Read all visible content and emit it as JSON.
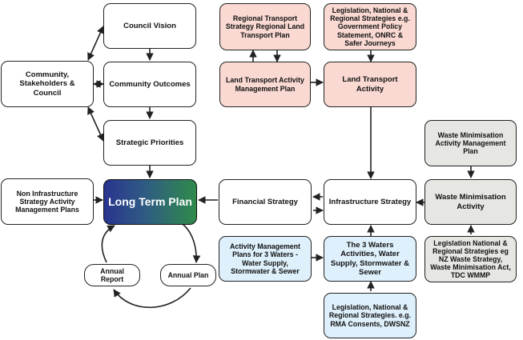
{
  "boxes": {
    "council_vision": "Council Vision",
    "community_outcomes": "Community Outcomes",
    "community_stakeholders": "Community, Stakeholders & Council",
    "strategic_priorities": "Strategic Priorities",
    "long_term_plan": "Long Term Plan",
    "non_infrastructure": "Non Infrastructure Strategy Activity Management Plans",
    "annual_report": "Annual Report",
    "annual_plan": "Annual Plan",
    "regional_transport": "Regional Transport Strategy Regional Land Transport Plan",
    "legislation_transport": "Legislation, National & Regional Strategies e.g. Government Policy Statement, ONRC & Safer Journeys",
    "land_transport_amp": "Land Transport Activity Management Plan",
    "land_transport_activity": "Land Transport Activity",
    "financial_strategy": "Financial Strategy",
    "infrastructure_strategy": "Infrastructure Strategy",
    "waste_amp": "Waste Minimisation Activity Management Plan",
    "waste_activity": "Waste Minimisation Activity",
    "legislation_waste": "Legislation National & Regional Strategies eg NZ Waste Strategy, Waste Minimisation Act, TDC WMMP",
    "amp_3waters": "Activity Management Plans for 3 Waters - Water Supply, Stormwater & Sewer",
    "three_waters": "The 3 Waters Activities, Water Supply, Stormwater & Sewer",
    "legislation_waters": "Legislation, National & Regional Strategies. e.g. RMA Consents, DWSNZ"
  },
  "colors": {
    "line": "#222222",
    "transport_fill": "#f9d9d2",
    "waters_fill": "#def0fb",
    "waste_fill": "#e6e7e2",
    "ltp_gradient_start": "#29348f",
    "ltp_gradient_end": "#2f8a4b"
  }
}
